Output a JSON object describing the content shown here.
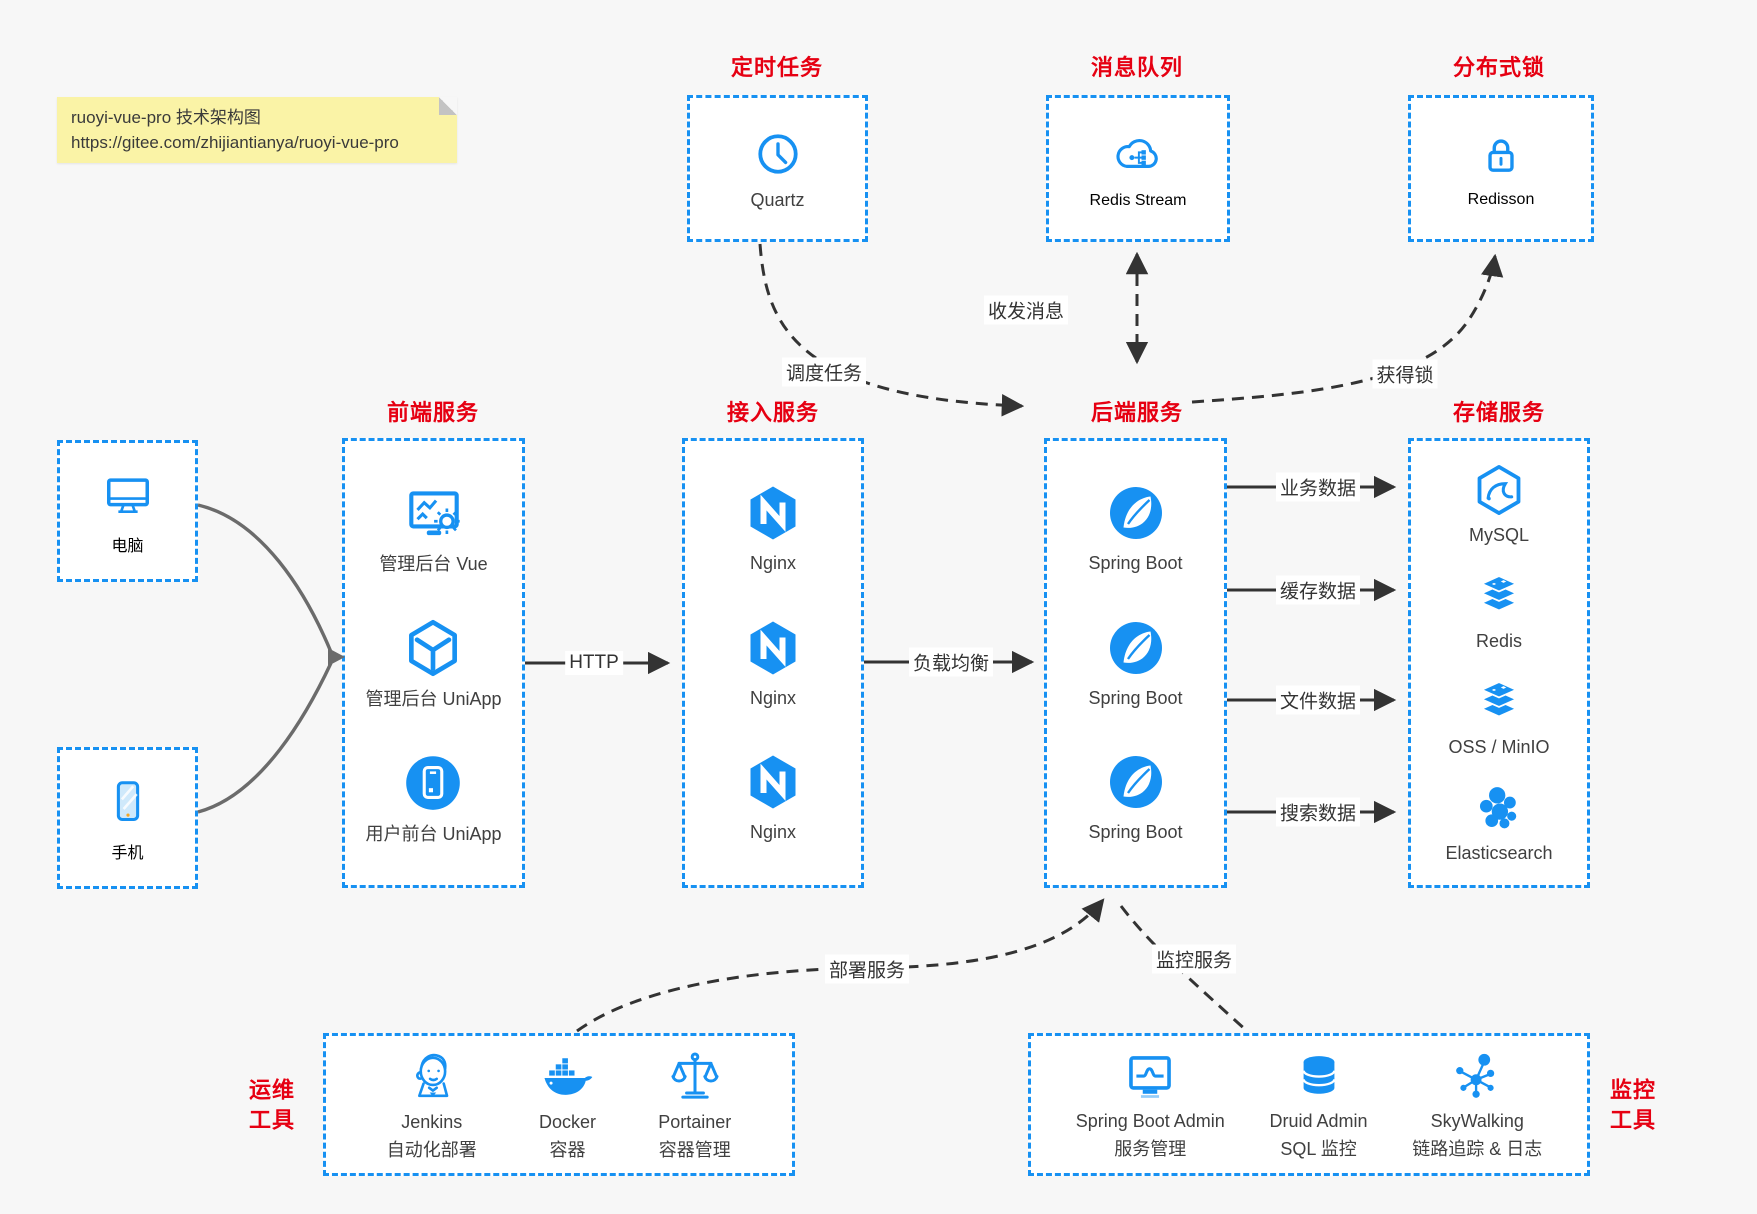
{
  "note": {
    "line1": "ruoyi-vue-pro 技术架构图",
    "line2": "https://gitee.com/zhijiantianya/ruoyi-vue-pro"
  },
  "colors": {
    "accent": "#1791f2",
    "title_red": "#e60012",
    "note_bg": "#faf3a6",
    "canvas_bg": "#f7f7f7",
    "arrow_dark": "#333333",
    "arrow_gray": "#6b6b6b"
  },
  "top_services": [
    {
      "title": "定时任务",
      "item": {
        "label": "Quartz",
        "icon": "clock-icon"
      }
    },
    {
      "title": "消息队列",
      "item": {
        "label": "Redis Stream",
        "icon": "cloud-share-icon"
      }
    },
    {
      "title": "分布式锁",
      "item": {
        "label": "Redisson",
        "icon": "lock-icon"
      }
    }
  ],
  "clients": [
    {
      "label": "电脑",
      "icon": "desktop-icon"
    },
    {
      "label": "手机",
      "icon": "phone-icon"
    }
  ],
  "frontend": {
    "title": "前端服务",
    "items": [
      {
        "label": "管理后台 Vue",
        "icon": "admin-vue-icon"
      },
      {
        "label": "管理后台 UniApp",
        "icon": "uniapp-cube-icon"
      },
      {
        "label": "用户前台 UniApp",
        "icon": "user-uniapp-icon"
      }
    ]
  },
  "gateway": {
    "title": "接入服务",
    "items": [
      {
        "label": "Nginx",
        "icon": "nginx-icon"
      },
      {
        "label": "Nginx",
        "icon": "nginx-icon"
      },
      {
        "label": "Nginx",
        "icon": "nginx-icon"
      }
    ]
  },
  "backend": {
    "title": "后端服务",
    "items": [
      {
        "label": "Spring Boot",
        "icon": "spring-icon"
      },
      {
        "label": "Spring Boot",
        "icon": "spring-icon"
      },
      {
        "label": "Spring Boot",
        "icon": "spring-icon"
      }
    ]
  },
  "storage": {
    "title": "存储服务",
    "items": [
      {
        "label": "MySQL",
        "icon": "mysql-icon"
      },
      {
        "label": "Redis",
        "icon": "redis-stack-icon"
      },
      {
        "label": "OSS / MinIO",
        "icon": "oss-stack-icon"
      },
      {
        "label": "Elasticsearch",
        "icon": "elasticsearch-icon"
      }
    ]
  },
  "ops": {
    "side_label_1": "运维",
    "side_label_2": "工具",
    "items": [
      {
        "label": "Jenkins",
        "sublabel": "自动化部署",
        "icon": "jenkins-icon"
      },
      {
        "label": "Docker",
        "sublabel": "容器",
        "icon": "docker-icon"
      },
      {
        "label": "Portainer",
        "sublabel": "容器管理",
        "icon": "portainer-icon"
      }
    ]
  },
  "monitor": {
    "side_label_1": "监控",
    "side_label_2": "工具",
    "items": [
      {
        "label": "Spring Boot Admin",
        "sublabel": "服务管理",
        "icon": "sba-monitor-icon"
      },
      {
        "label": "Druid Admin",
        "sublabel": "SQL 监控",
        "icon": "druid-db-icon"
      },
      {
        "label": "SkyWalking",
        "sublabel": "链路追踪 & 日志",
        "icon": "skywalking-icon"
      }
    ]
  },
  "edges": {
    "http": "HTTP",
    "load_balance": "负载均衡",
    "schedule": "调度任务",
    "message": "收发消息",
    "lock": "获得锁",
    "business_data": "业务数据",
    "cache_data": "缓存数据",
    "file_data": "文件数据",
    "search_data": "搜索数据",
    "deploy": "部署服务",
    "monitor_svc": "监控服务"
  }
}
